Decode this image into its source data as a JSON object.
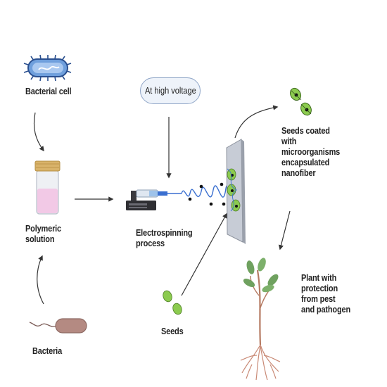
{
  "labels": {
    "bacterial_cell": "Bacterial cell",
    "polymeric_solution": [
      "Polymeric",
      "solution"
    ],
    "bacteria": "Bacteria",
    "high_voltage": "At high voltage",
    "electrospinning": [
      "Electrospinning",
      "process"
    ],
    "seeds": "Seeds",
    "coated_seeds": [
      "Seeds coated",
      "with",
      "microorganisms",
      "encapsulated",
      "nanofiber"
    ],
    "plant": [
      "Plant with",
      "protection",
      "from pest",
      "and pathogen"
    ]
  },
  "colors": {
    "bacterial_cell": "#6f9fdc",
    "solution": "#f2c9e6",
    "jar_lid": "#d9b36a",
    "bacteria": "#b48a82",
    "seed": "#8ccb4f",
    "pill_border": "#8fa5c7",
    "fiber": "#3a6fd0",
    "plant_leaf": "#6fa15f",
    "root": "#c98a76"
  }
}
